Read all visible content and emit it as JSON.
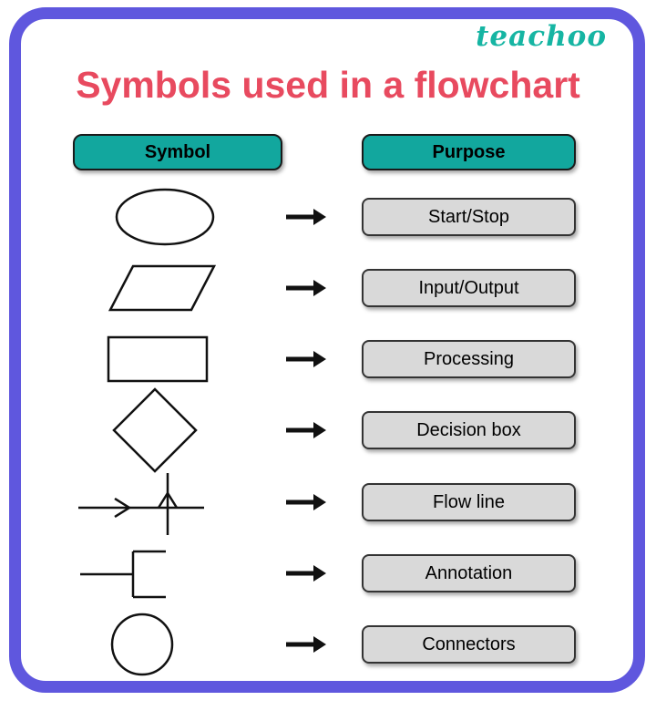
{
  "brand": "teachoo",
  "title": "Symbols used in a flowchart",
  "table": {
    "headers": {
      "symbol": "Symbol",
      "purpose": "Purpose"
    },
    "rows": [
      {
        "shape": "oval",
        "purpose": "Start/Stop"
      },
      {
        "shape": "parallelogram",
        "purpose": "Input/Output"
      },
      {
        "shape": "rectangle",
        "purpose": "Processing"
      },
      {
        "shape": "diamond",
        "purpose": "Decision box"
      },
      {
        "shape": "flow-line",
        "purpose": "Flow line"
      },
      {
        "shape": "annotation",
        "purpose": "Annotation"
      },
      {
        "shape": "circle",
        "purpose": "Connectors"
      }
    ]
  },
  "colors": {
    "frame": "#5f57de",
    "header_teal": "#12a79e",
    "title_red": "#e84a5f",
    "purpose_bg": "#d9d9d9",
    "brand_teal": "#16b5a3"
  }
}
